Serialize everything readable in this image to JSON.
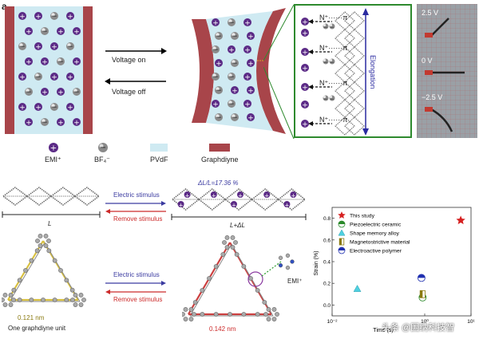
{
  "panel_label": "a",
  "top": {
    "voltage_on": "Voltage on",
    "voltage_off": "Voltage off",
    "n_plus": "N⁺",
    "pi": "π",
    "elongation": "Elongation",
    "photo_labels": [
      "2.5 V",
      "0 V",
      "−2.5 V"
    ]
  },
  "legend": {
    "emi": "EMI⁺",
    "bf4": "BF₄⁻",
    "pvdf": "PVdF",
    "graphdiyne": "Graphdiyne"
  },
  "middle": {
    "delta_label": "ΔL/L=17.36 %",
    "electric_stimulus": "Electric stimulus",
    "remove_stimulus": "Remove stimulus",
    "length_before": "L",
    "length_after": "L+ΔL"
  },
  "bottom": {
    "bond_length_1": "0.121 nm",
    "unit_caption": "One graphdiyne unit",
    "electric_stimulus": "Electric stimulus",
    "remove_stimulus": "Remove stimulus",
    "bond_length_2": "0.142 nm",
    "emi_label": "EMI⁺"
  },
  "watermark": "头条 @国纳科技智",
  "colors": {
    "electrode": "#a8454a",
    "pvdf": "#cfeaf2",
    "cation": "#5b2a86",
    "anion": "#8a8a8a",
    "green_frame": "#2e8a2e",
    "arrow_blue": "#3a3aa0",
    "arrow_red": "#cc2a2a"
  },
  "chart_data": {
    "type": "scatter",
    "title": "",
    "xlabel": "Time (s)",
    "ylabel": "Strain (%)",
    "xscale": "log",
    "xlim": [
      0.01,
      10
    ],
    "ylim": [
      -0.1,
      0.9
    ],
    "yticks": [
      "0.0",
      "0.2",
      "0.4",
      "0.6",
      "0.8"
    ],
    "xticks": [
      "10⁻²",
      "10⁰",
      "10¹"
    ],
    "legend_position": "top-left",
    "series": [
      {
        "name": "This study",
        "marker": "star",
        "color": "#d62020",
        "points": [
          [
            6.0,
            0.78
          ]
        ]
      },
      {
        "name": "Piezoelectric ceramic",
        "marker": "circle-half-green",
        "color": "#2a8a2a",
        "points": [
          [
            0.9,
            0.07
          ]
        ]
      },
      {
        "name": "Shape memory alloy",
        "marker": "triangle",
        "color": "#4fd0e0",
        "points": [
          [
            0.035,
            0.15
          ]
        ]
      },
      {
        "name": "Magnetostrictive material",
        "marker": "square-half",
        "color": "#8a7a10",
        "points": [
          [
            0.9,
            0.1
          ]
        ]
      },
      {
        "name": "Electroactive polymer",
        "marker": "circle-half-blue",
        "color": "#2030b0",
        "points": [
          [
            0.85,
            0.25
          ]
        ]
      }
    ]
  }
}
